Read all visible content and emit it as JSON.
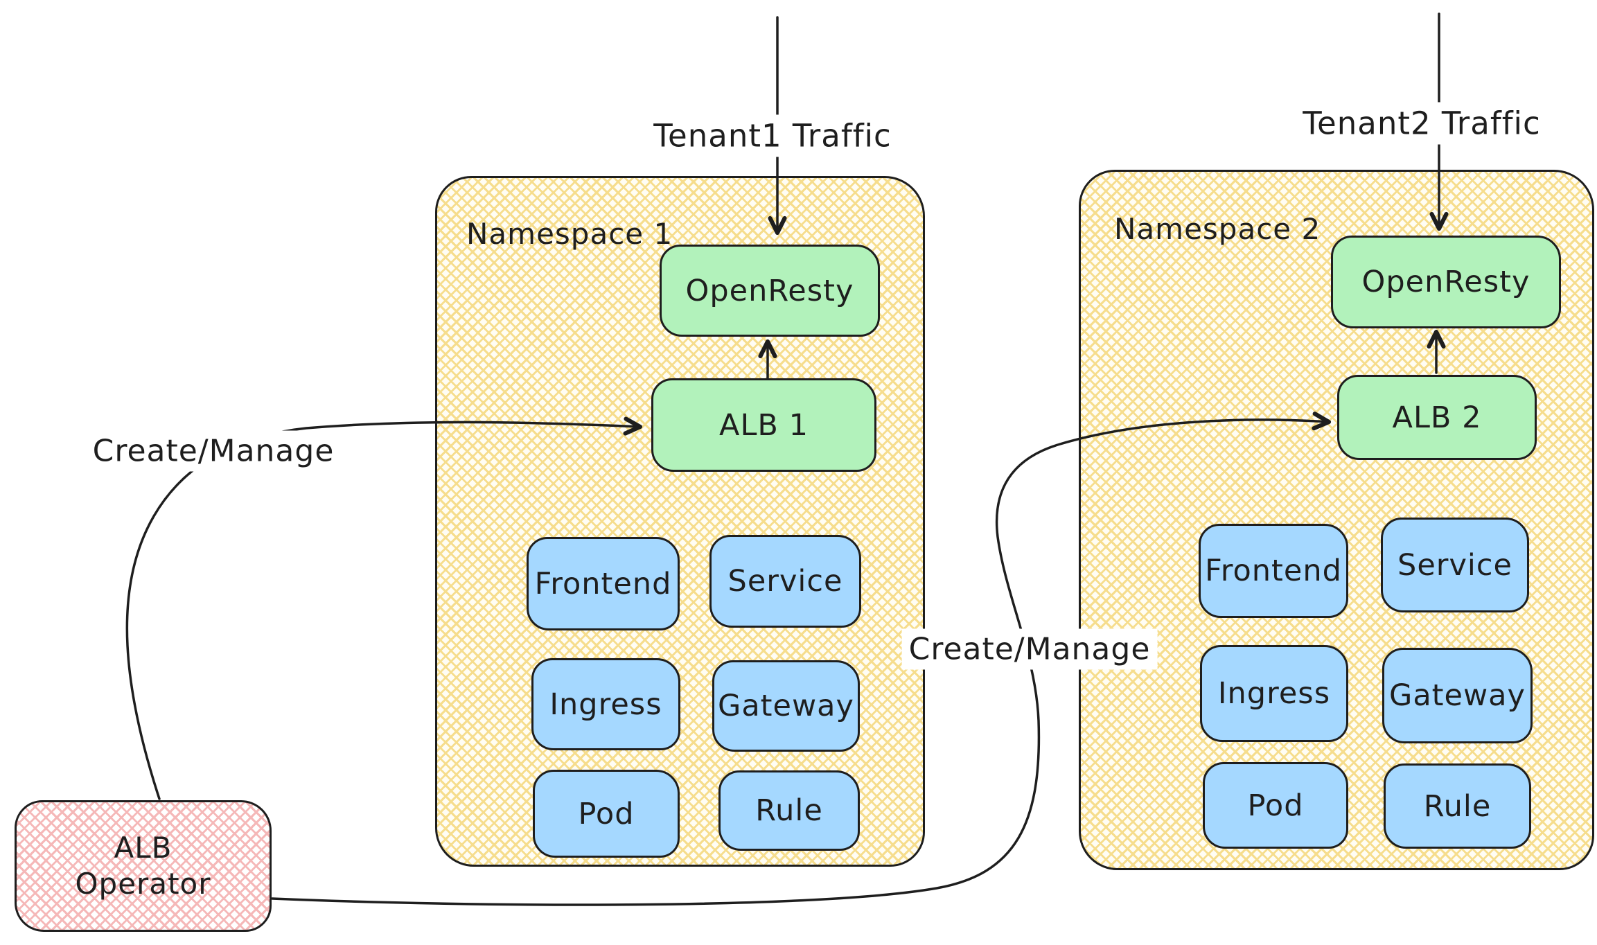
{
  "colors": {
    "stroke": "#1e1e1e",
    "green": "#b2f2bb",
    "blue": "#a5d8ff",
    "yellow_hatch": "#f6dd8d",
    "pink_hatch": "#f5b8b8"
  },
  "namespaces": [
    {
      "label": "Namespace 1",
      "proxy": "OpenResty",
      "alb": "ALB 1",
      "crds": [
        "Frontend",
        "Service",
        "Ingress",
        "Gateway",
        "Pod",
        "Rule"
      ]
    },
    {
      "label": "Namespace 2",
      "proxy": "OpenResty",
      "alb": "ALB 2",
      "crds": [
        "Frontend",
        "Service",
        "Ingress",
        "Gateway",
        "Pod",
        "Rule"
      ]
    }
  ],
  "operator": {
    "line1": "ALB",
    "line2": "Operator"
  },
  "edges": {
    "tenant1": "Tenant1 Traffic",
    "tenant2": "Tenant2 Traffic",
    "create_manage_1": "Create/Manage",
    "create_manage_2": "Create/Manage"
  }
}
